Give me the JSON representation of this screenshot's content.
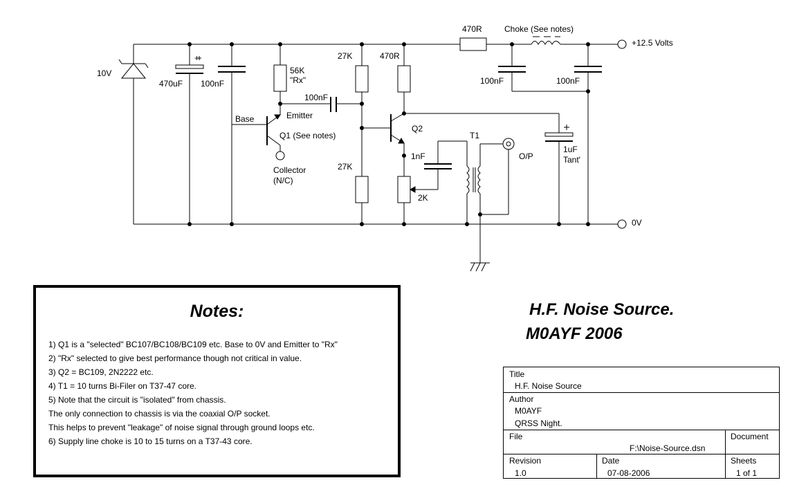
{
  "schematic": {
    "labels": {
      "zener": "10V",
      "c470": "470uF",
      "c100a": "100nF",
      "r56k": "56K",
      "r56k_note": "\"Rx\"",
      "base": "Base",
      "emitter": "Emitter",
      "q1": "Q1 (See notes)",
      "collector": "Collector",
      "collector_nc": "(N/C)",
      "c100b": "100nF",
      "r27k_top": "27K",
      "r27k_bot": "27K",
      "r470_coll": "470R",
      "q2": "Q2",
      "r470_supply": "470R",
      "choke": "Choke (See notes)",
      "c100c": "100nF",
      "c100d": "100nF",
      "supply": "+12.5 Volts",
      "ground": "0V",
      "t1": "T1",
      "c1n": "1nF",
      "pot": "2K",
      "output": "O/P",
      "tant": "1uF",
      "tant2": "Tant'",
      "plus": "+"
    }
  },
  "notes": {
    "title": "Notes:",
    "lines": [
      "1) Q1 is a \"selected\" BC107/BC108/BC109 etc. Base to 0V and Emitter to \"Rx\"",
      "2) \"Rx\" selected to give best performance though not critical in value.",
      "3) Q2 = BC109, 2N2222 etc.",
      "4) T1 = 10 turns Bi-Filer on T37-47 core.",
      "5) Note that the circuit is \"isolated\" from chassis.",
      "The only connection to chassis is via the coaxial O/P socket.",
      "This helps to prevent \"leakage\" of noise signal through ground loops etc.",
      "6) Supply line choke is 10 to 15 turns on a T37-43 core."
    ]
  },
  "heading": {
    "line1": "H.F. Noise Source.",
    "line2": "M0AYF 2006"
  },
  "title_block": {
    "title_label": "Title",
    "title_value": "H.F. Noise Source",
    "author_label": "Author",
    "author_value1": "M0AYF",
    "author_value2": "QRSS Night.",
    "file_label": "File",
    "file_value": "F:\\Noise-Source.dsn",
    "document_label": "Document",
    "revision_label": "Revision",
    "revision_value": "1.0",
    "date_label": "Date",
    "date_value": "07-08-2006",
    "sheets_label": "Sheets",
    "sheets_value": "1 of 1"
  }
}
